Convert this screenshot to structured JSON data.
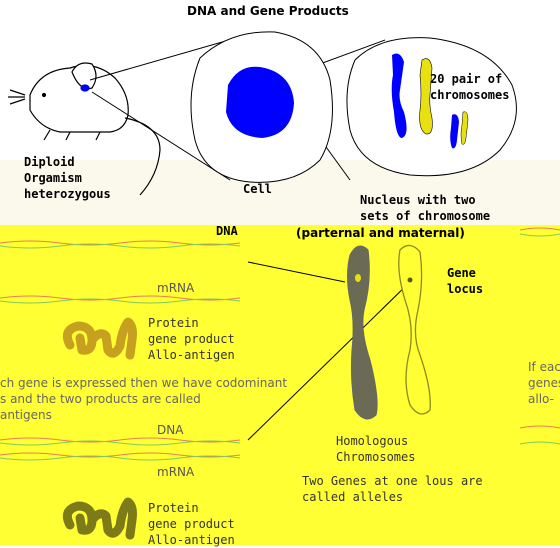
{
  "title": "DNA and Gene Products",
  "organism_label": [
    "Diploid",
    "Orgamism",
    "heterozygous"
  ],
  "cell_label": "Cell",
  "nucleus_label": [
    "Nucleus with two",
    "sets of chromosome"
  ],
  "chromosome_pairs_label": [
    "20 pair of",
    "chromosomes"
  ],
  "parental_label": "(parternal and maternal)",
  "dna_label_top": "DNA",
  "gene_locus_label": [
    "Gene",
    "locus"
  ],
  "homologous_label": [
    "Homologous",
    "Chromosomes"
  ],
  "alleles_label": [
    "Two Genes at one lous are",
    "called alleles"
  ],
  "left_slide": {
    "mrna_top": "mRNA",
    "protein_top": [
      "Protein",
      "gene product",
      "Allo-antigen"
    ],
    "codominant_text": [
      "ch gene is expressed then we have codominant",
      "s and the two products are called",
      "antigens"
    ],
    "dna_mid": "DNA",
    "mrna_bottom": "mRNA",
    "protein_bottom": [
      "Protein",
      "gene product",
      "Allo-antigen"
    ]
  },
  "right_slide_peek": [
    "If eac",
    "genes",
    "allo-"
  ],
  "colors": {
    "panel_yellow": "#ffff33",
    "nucleus_blue": "#0000ff",
    "chromosome_yellow": "#e8e010",
    "chromosome_grey": "#6b6b55",
    "protein_gold": "#c8a020",
    "protein_olive": "#7d7a18"
  }
}
